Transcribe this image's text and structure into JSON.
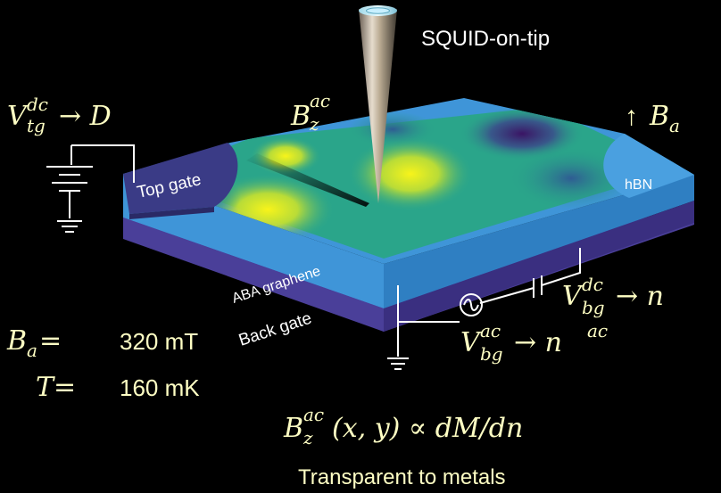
{
  "labels": {
    "squid": "SQUID-on-tip",
    "top_gate": "Top gate",
    "hbn": "hBN",
    "aba_graphene": "ABA graphene",
    "back_gate": "Back gate",
    "transparent": "Transparent to metals"
  },
  "math": {
    "vtg": {
      "base": "V",
      "sup": "dc",
      "sub": "tg",
      "rest": " → D"
    },
    "bz": {
      "base": "B",
      "sup": "ac",
      "sub": "z"
    },
    "ba_arrow": {
      "glyph": "↑",
      "base": "B",
      "sub": "a"
    },
    "vbg_dc": {
      "base": "V",
      "sup": "dc",
      "sub": "bg",
      "rest": " → n"
    },
    "vbg_ac": {
      "base": "V",
      "sup": "ac",
      "sub": "bg",
      "rest": " → n",
      "rest_sup": "ac"
    },
    "ba_value": {
      "base": "B",
      "sub": "a",
      "eq": " = ",
      "value": "320 mT"
    },
    "t_value": {
      "base": "T",
      "eq": " = ",
      "value": "160 mK"
    },
    "formula": {
      "base": "B",
      "sup": "ac",
      "sub": "z",
      "rest": "(x, y) ∝ dM/dn"
    }
  },
  "colors": {
    "label_text": "#ffffc4",
    "white_text": "#ffffff",
    "substrate": "#3f95d8",
    "back_gate": "#4a3f99",
    "gate_pad": "#3a3b86",
    "hbn_pad": "#4aa0e0",
    "map_low": "#3d1f6b",
    "map_mid": "#2aa58a",
    "map_high": "#f5f020"
  },
  "icons": [
    "battery-icon",
    "ground-icon",
    "ac-source-icon",
    "capacitor-icon",
    "squid-tip-icon"
  ]
}
